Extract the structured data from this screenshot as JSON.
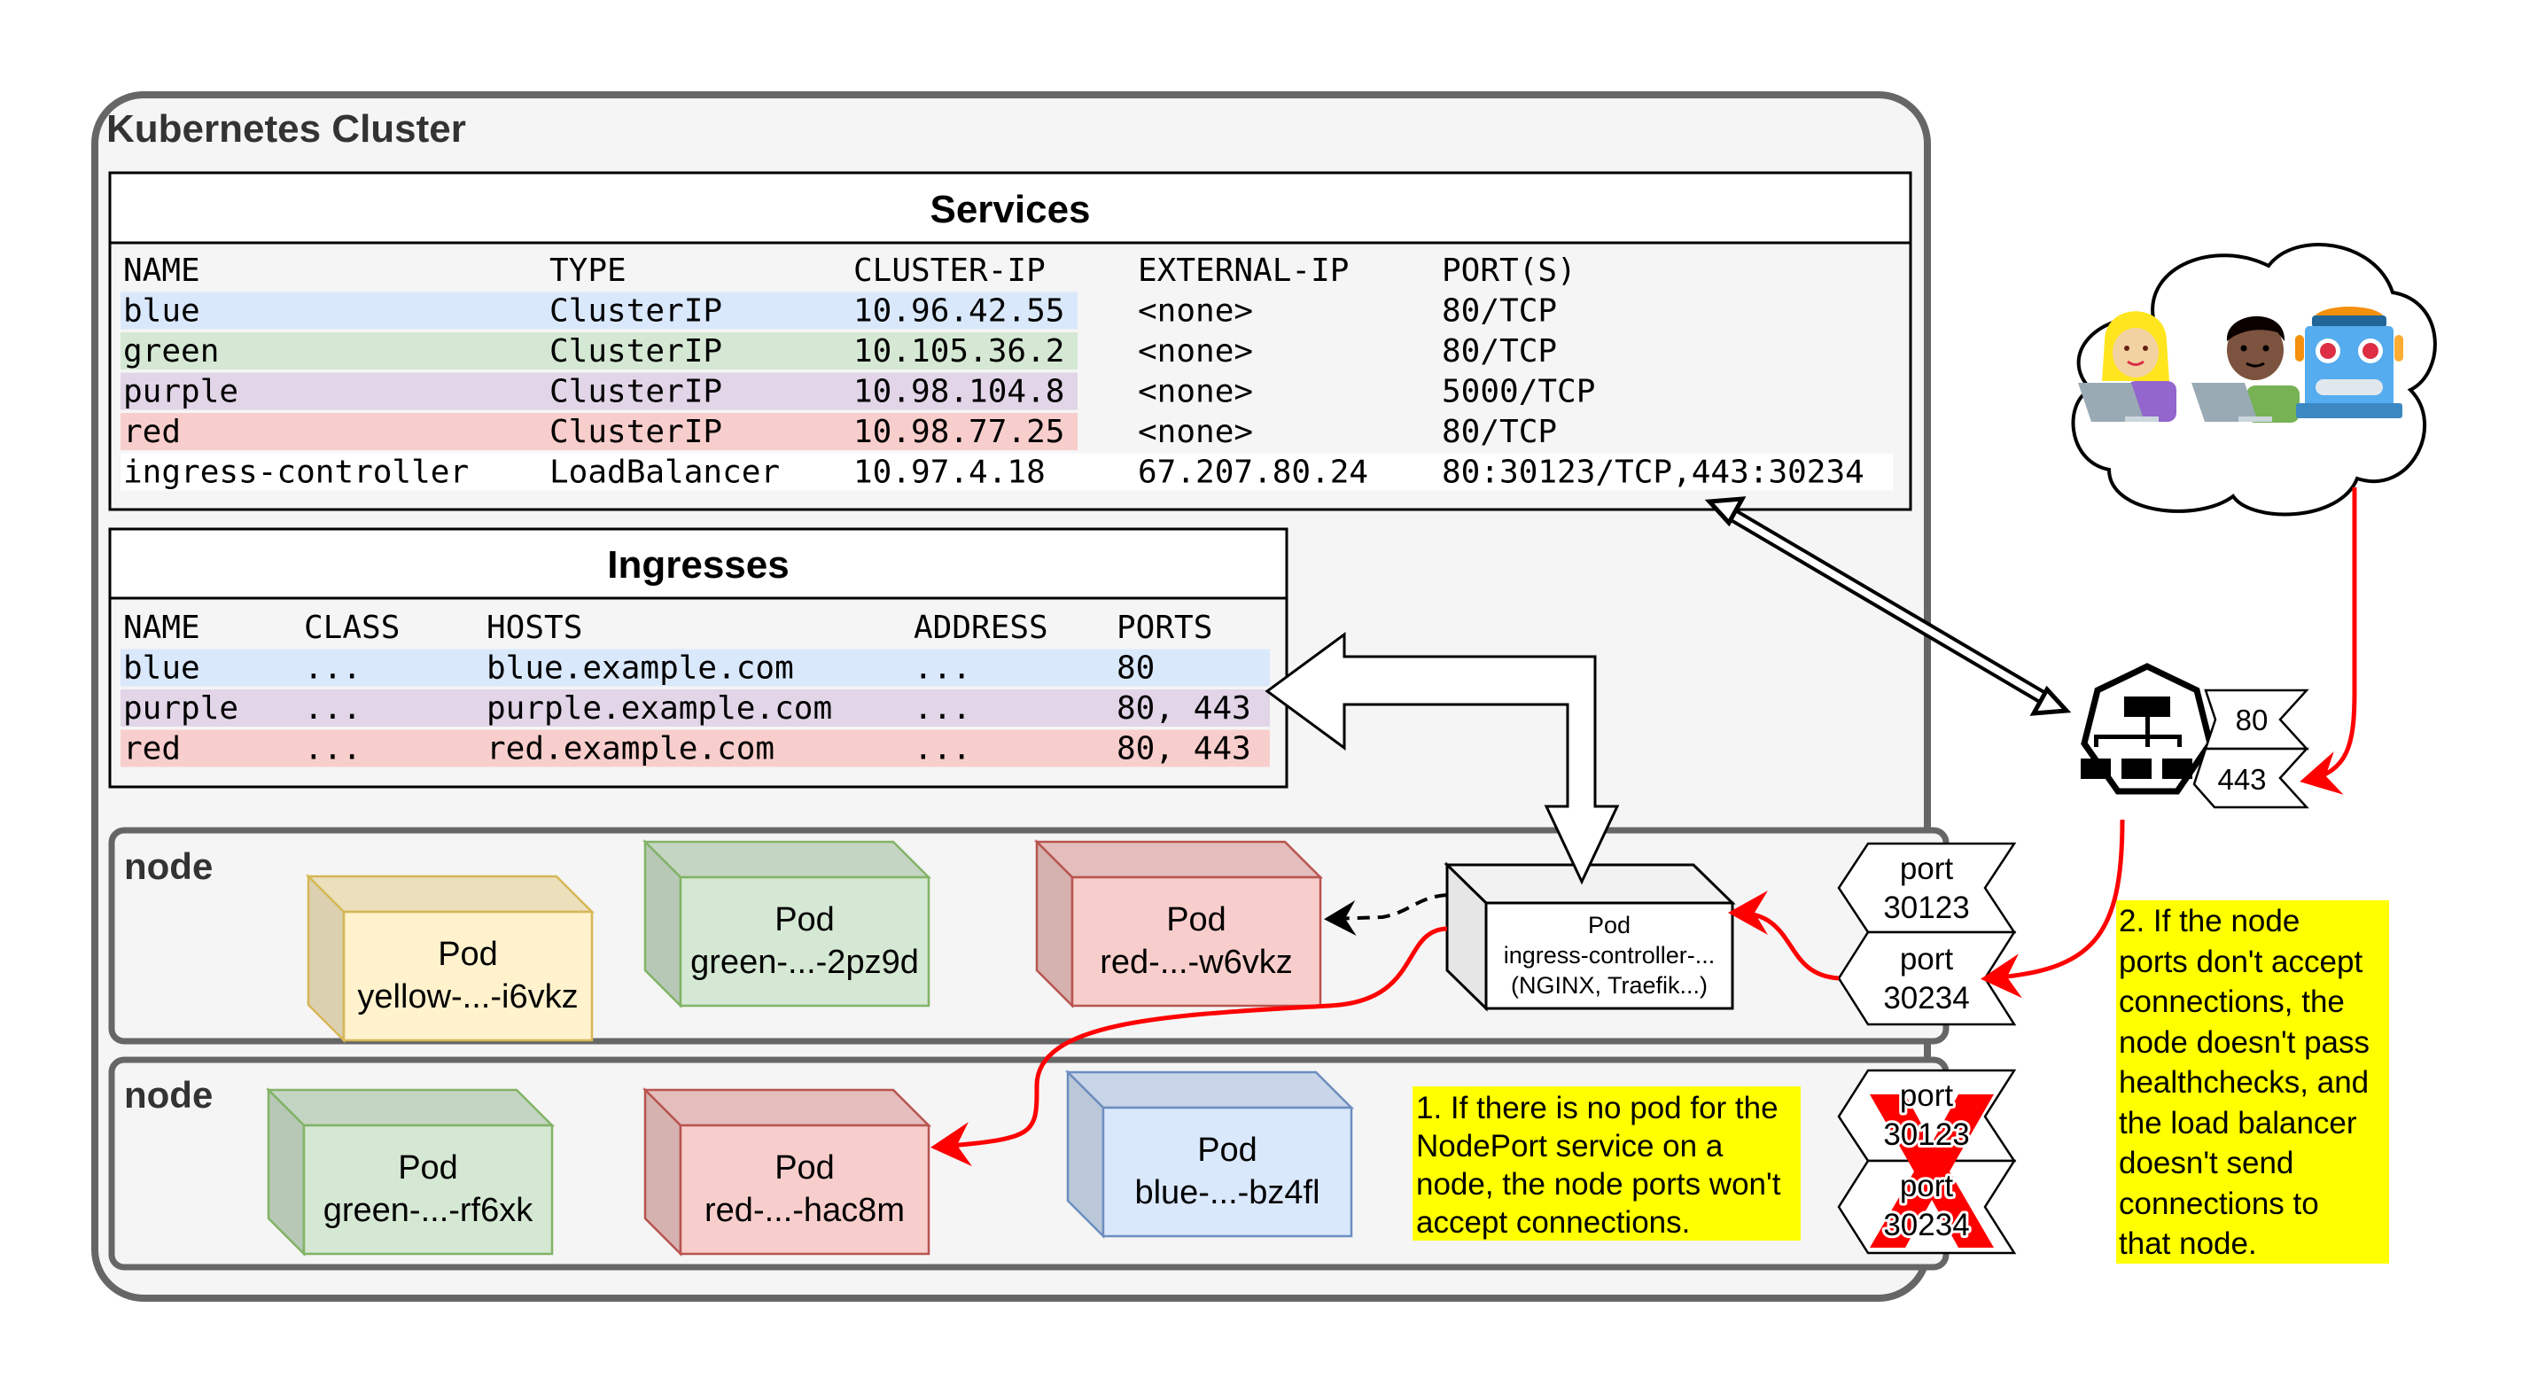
{
  "cluster": {
    "title": "Kubernetes Cluster"
  },
  "services": {
    "title": "Services",
    "columns": [
      "NAME",
      "TYPE",
      "CLUSTER-IP",
      "EXTERNAL-IP",
      "PORT(S)"
    ],
    "rows": [
      {
        "name": "blue",
        "type": "ClusterIP",
        "cluster_ip": "10.96.42.55",
        "external_ip": "<none>",
        "ports": "80/TCP",
        "color": "#dae8fc"
      },
      {
        "name": "green",
        "type": "ClusterIP",
        "cluster_ip": "10.105.36.2",
        "external_ip": "<none>",
        "ports": "80/TCP",
        "color": "#d5e8d4"
      },
      {
        "name": "purple",
        "type": "ClusterIP",
        "cluster_ip": "10.98.104.8",
        "external_ip": "<none>",
        "ports": "5000/TCP",
        "color": "#e1d5e7"
      },
      {
        "name": "red",
        "type": "ClusterIP",
        "cluster_ip": "10.98.77.25",
        "external_ip": "<none>",
        "ports": "80/TCP",
        "color": "#f8cecc"
      },
      {
        "name": "ingress-controller",
        "type": "LoadBalancer",
        "cluster_ip": "10.97.4.18",
        "external_ip": "67.207.80.24",
        "ports": "80:30123/TCP,443:30234",
        "color": "#ffffff"
      }
    ]
  },
  "ingresses": {
    "title": "Ingresses",
    "columns": [
      "NAME",
      "CLASS",
      "HOSTS",
      "ADDRESS",
      "PORTS"
    ],
    "rows": [
      {
        "name": "blue",
        "class": "...",
        "hosts": "blue.example.com",
        "address": "...",
        "ports": "80",
        "color": "#dae8fc"
      },
      {
        "name": "purple",
        "class": "...",
        "hosts": "purple.example.com",
        "address": "...",
        "ports": "80, 443",
        "color": "#e1d5e7"
      },
      {
        "name": "red",
        "class": "...",
        "hosts": "red.example.com",
        "address": "...",
        "ports": "80, 443",
        "color": "#f8cecc"
      }
    ]
  },
  "nodes": [
    {
      "label": "node",
      "pods": [
        {
          "title": "Pod",
          "name": "yellow-...-i6vkz",
          "fill": "#fff2cc",
          "stroke": "#d6b656"
        },
        {
          "title": "Pod",
          "name": "green-...-2pz9d",
          "fill": "#d5e8d4",
          "stroke": "#82b366"
        },
        {
          "title": "Pod",
          "name": "red-...-w6vkz",
          "fill": "#f8cecc",
          "stroke": "#b85450"
        }
      ],
      "ingress_pod": {
        "title": "Pod",
        "name": "ingress-controller-...",
        "subtitle": "(NGINX, Traefik...)"
      },
      "ports": [
        {
          "label": "port",
          "value": "30123"
        },
        {
          "label": "port",
          "value": "30234"
        }
      ]
    },
    {
      "label": "node",
      "pods": [
        {
          "title": "Pod",
          "name": "green-...-rf6xk",
          "fill": "#d5e8d4",
          "stroke": "#82b366"
        },
        {
          "title": "Pod",
          "name": "red-...-hac8m",
          "fill": "#f8cecc",
          "stroke": "#b85450"
        },
        {
          "title": "Pod",
          "name": "blue-...-bz4fl",
          "fill": "#dae8fc",
          "stroke": "#6c8ebf"
        }
      ],
      "ports": [
        {
          "label": "port",
          "value": "30123"
        },
        {
          "label": "port",
          "value": "30234"
        }
      ],
      "ports_disabled": true
    }
  ],
  "load_balancer": {
    "icon": "load-balancer-icon",
    "ports": [
      "80",
      "443"
    ]
  },
  "clients": {
    "icons": [
      "woman-technologist-icon",
      "man-technologist-icon",
      "robot-icon"
    ]
  },
  "notes": {
    "note1": [
      "1. If there is no pod for the",
      "NodePort service on a",
      "node, the node ports won't",
      "accept connections."
    ],
    "note2": [
      "2. If the node",
      "ports don't accept",
      "connections, the",
      "node doesn't pass",
      "healthchecks, and",
      "the load balancer",
      "doesn't send",
      "connections to",
      "that node."
    ]
  },
  "colors": {
    "cluster_border": "#666666",
    "cluster_fill": "#f5f5f5",
    "note_fill": "#ffff00",
    "traffic_arrow": "#ff0000"
  }
}
